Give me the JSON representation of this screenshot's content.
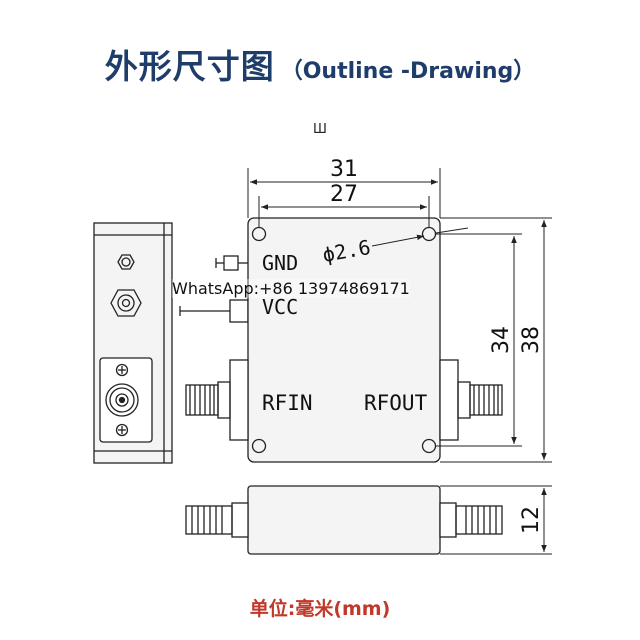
{
  "header": {
    "title": "外形尺寸图",
    "subtitle": "（Outline -Drawing）"
  },
  "labels": {
    "gnd": "GND",
    "vcc": "VCC",
    "rfin": "RFIN",
    "rfout": "RFOUT",
    "hole": "ϕ2.6",
    "mark": "Ш"
  },
  "dimensions": {
    "width_outer": "31",
    "width_inner": "27",
    "height_inner": "34",
    "height_outer": "38",
    "thickness": "12"
  },
  "watermark": "WhatsApp:+86 13974869171",
  "footer": {
    "unit": "单位:毫米(mm)"
  },
  "colors": {
    "title": "#1f3d6b",
    "unit": "#c0392b",
    "line": "#222222",
    "fill": "#f4f4f4"
  }
}
